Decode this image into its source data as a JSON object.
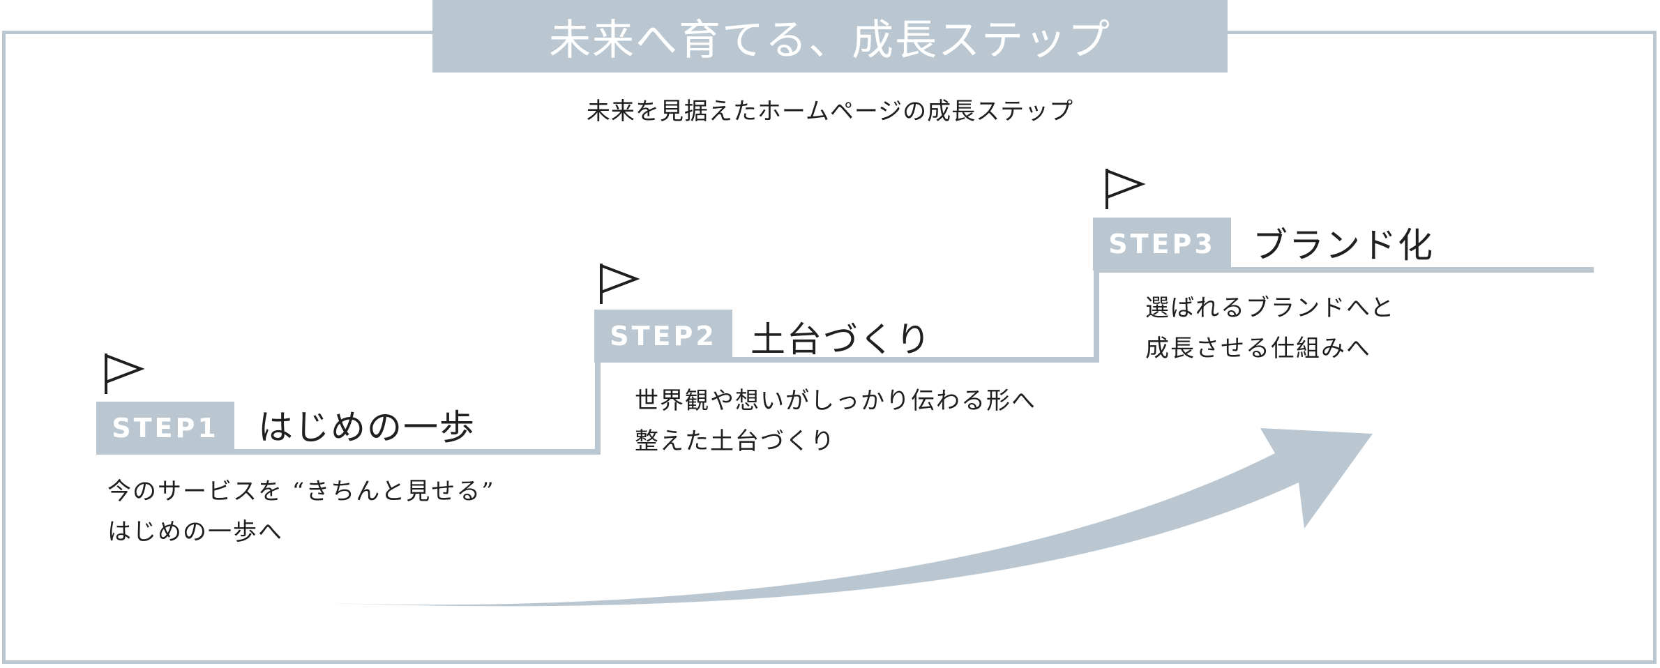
{
  "header": {
    "title": "未来へ育てる、成長ステップ",
    "subtitle": "未来を見据えたホームページの成長ステップ"
  },
  "steps": [
    {
      "badge": "STEP1",
      "title": "はじめの一歩",
      "desc_line1": "今のサービスを “きちんと見せる”",
      "desc_line2": "はじめの一歩へ"
    },
    {
      "badge": "STEP2",
      "title": "土台づくり",
      "desc_line1": "世界観や想いがしっかり伝わる形へ",
      "desc_line2": "整えた土台づくり"
    },
    {
      "badge": "STEP3",
      "title": "ブランド化",
      "desc_line1": "選ばれるブランドへと",
      "desc_line2": "成長させる仕組みへ"
    }
  ],
  "colors": {
    "accent": "#bac7d1",
    "text": "#1f1f1f",
    "background": "#ffffff"
  },
  "icons": [
    "flag-icon",
    "growth-arrow"
  ]
}
